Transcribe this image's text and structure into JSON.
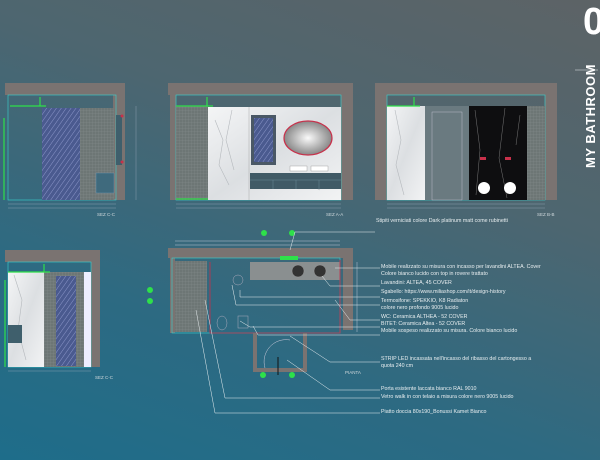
{
  "sheet": {
    "number": "0",
    "title": "MY BATHROOM"
  },
  "sections": {
    "c1": "SEZ C-C",
    "a": "SEZ A-A",
    "b": "SEZ B-B",
    "c2": "SEZ C-C",
    "plan": "PIANTA"
  },
  "notes": [
    "Stipiti verniciati colore Dark platinum matt come rubinetti",
    "Mobile realizzato su misura con incasso per lavandini ALTEA. Cover",
    "Colore bianco lucido con top in rovere trattato",
    "Lavandini: ALTEA, 45 COVER",
    "Sgabello: https://www.miliashop.com/it/design-history",
    "Termosifone: SPEKKIO, K8 Radiaton",
    "colore nero profondo 9005 lucido",
    "WC: Ceramica ALTHEA - 52 COVER",
    "BITET: Ceramica Altea - 52 COVER",
    "Mobile sospeso realizzato su misura. Colore bianco lucido",
    "STRIP LED incassata nell'incasso del ribasso del cartongesso a",
    "quota 240 cm",
    "Porta esistente laccata bianco RAL 9010",
    "Vetro walk in con telaio a misura colore nero 9005 lucido",
    "Piatto doccia 80x190_Bonussi Kamet Bianco"
  ],
  "colors": {
    "wall": "#7a7371",
    "cyan": "#39d6d0",
    "green": "#2ee04a",
    "red": "#c8304a",
    "tile": "#4a5a8a"
  }
}
